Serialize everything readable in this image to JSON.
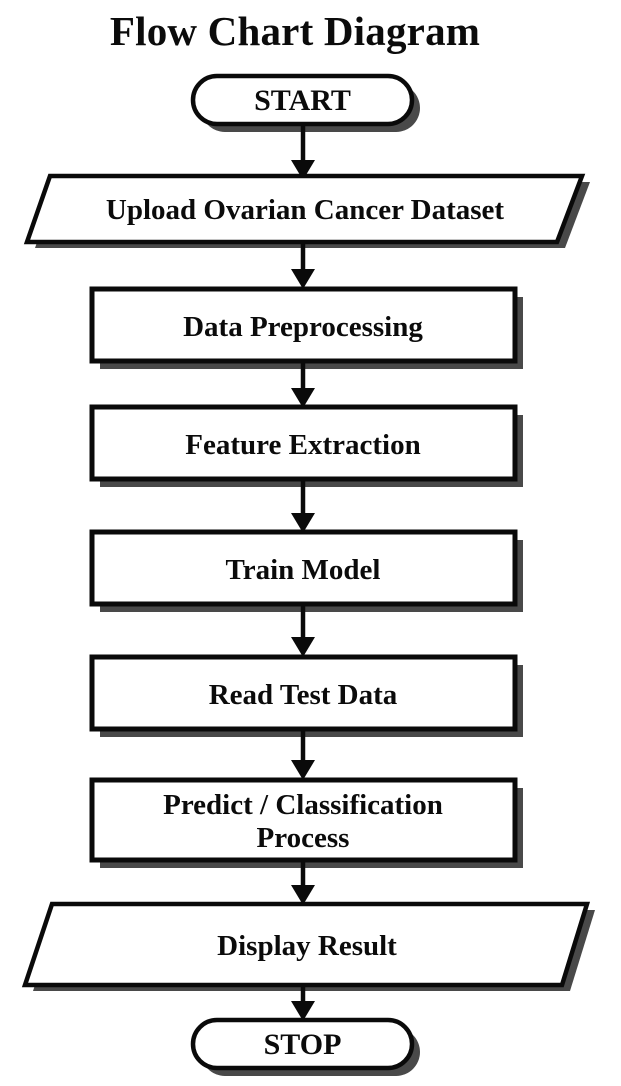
{
  "diagram": {
    "title": "Flow Chart Diagram",
    "background_color": "#ffffff",
    "stroke_color": "#0a0a0a",
    "shadow_color": "#3a3a3a",
    "text_color": "#0b0b0b"
  },
  "nodes": [
    {
      "id": "start",
      "label": "START",
      "shape": "terminator",
      "font_size": 30
    },
    {
      "id": "upload",
      "label": "Upload Ovarian Cancer Dataset",
      "shape": "parallelogram",
      "font_size": 29
    },
    {
      "id": "preprocess",
      "label": "Data Preprocessing",
      "shape": "process",
      "font_size": 29
    },
    {
      "id": "feature",
      "label": "Feature Extraction",
      "shape": "process",
      "font_size": 29
    },
    {
      "id": "train",
      "label": "Train Model",
      "shape": "process",
      "font_size": 29
    },
    {
      "id": "read-test",
      "label": "Read Test Data",
      "shape": "process",
      "font_size": 29
    },
    {
      "id": "predict",
      "label_line1": "Predict  / Classification",
      "label_line2": "Process",
      "shape": "process",
      "font_size": 29
    },
    {
      "id": "display",
      "label": "Display Result",
      "shape": "parallelogram",
      "font_size": 29
    },
    {
      "id": "stop",
      "label": "STOP",
      "shape": "terminator",
      "font_size": 30
    }
  ],
  "edges": [
    {
      "from": "start",
      "to": "upload"
    },
    {
      "from": "upload",
      "to": "preprocess"
    },
    {
      "from": "preprocess",
      "to": "feature"
    },
    {
      "from": "feature",
      "to": "train"
    },
    {
      "from": "train",
      "to": "read-test"
    },
    {
      "from": "read-test",
      "to": "predict"
    },
    {
      "from": "predict",
      "to": "display"
    },
    {
      "from": "display",
      "to": "stop"
    }
  ]
}
